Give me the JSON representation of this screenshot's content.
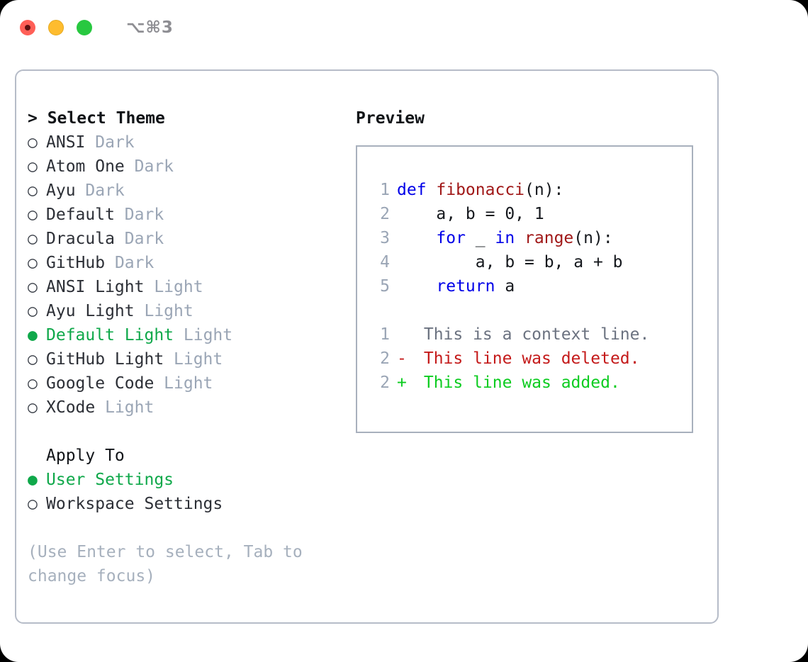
{
  "titlebar": {
    "shortcut": "⌥⌘3",
    "buttons": [
      {
        "name": "close",
        "color": "#ff5f57"
      },
      {
        "name": "minimize",
        "color": "#febc2e"
      },
      {
        "name": "maximize",
        "color": "#28c840"
      }
    ]
  },
  "theme_picker": {
    "header": "> Select Theme",
    "marker_selected": "●",
    "marker_unselected": "○",
    "items": [
      {
        "marker": "○",
        "name": "ANSI",
        "variant": "Dark",
        "selected": false
      },
      {
        "marker": "○",
        "name": "Atom One",
        "variant": "Dark",
        "selected": false
      },
      {
        "marker": "○",
        "name": "Ayu",
        "variant": "Dark",
        "selected": false
      },
      {
        "marker": "○",
        "name": "Default",
        "variant": "Dark",
        "selected": false
      },
      {
        "marker": "○",
        "name": "Dracula",
        "variant": "Dark",
        "selected": false
      },
      {
        "marker": "○",
        "name": "GitHub",
        "variant": "Dark",
        "selected": false
      },
      {
        "marker": "○",
        "name": "ANSI Light",
        "variant": "Light",
        "selected": false
      },
      {
        "marker": "○",
        "name": "Ayu Light",
        "variant": "Light",
        "selected": false
      },
      {
        "marker": "●",
        "name": "Default Light",
        "variant": "Light",
        "selected": true
      },
      {
        "marker": "○",
        "name": "GitHub Light",
        "variant": "Light",
        "selected": false
      },
      {
        "marker": "○",
        "name": "Google Code",
        "variant": "Light",
        "selected": false
      },
      {
        "marker": "○",
        "name": "XCode",
        "variant": "Light",
        "selected": false
      }
    ]
  },
  "apply_to": {
    "header": "Apply To",
    "items": [
      {
        "marker": "●",
        "label": "User Settings",
        "selected": true
      },
      {
        "marker": "○",
        "label": "Workspace Settings",
        "selected": false
      }
    ]
  },
  "hint": {
    "line1": "(Use Enter to select, Tab to",
    "line2": "change focus)"
  },
  "preview": {
    "label": "Preview",
    "code_lines": [
      {
        "num": "1",
        "tokens": [
          {
            "text": "def ",
            "kind": "kw"
          },
          {
            "text": "fibonacci",
            "kind": "fn"
          },
          {
            "text": "(n):",
            "kind": "plain"
          }
        ]
      },
      {
        "num": "2",
        "tokens": [
          {
            "text": "    a, b = 0, 1",
            "kind": "plain"
          }
        ]
      },
      {
        "num": "3",
        "tokens": [
          {
            "text": "    ",
            "kind": "plain"
          },
          {
            "text": "for",
            "kind": "kw"
          },
          {
            "text": " _ ",
            "kind": "plain"
          },
          {
            "text": "in ",
            "kind": "kw"
          },
          {
            "text": "range",
            "kind": "fn"
          },
          {
            "text": "(n):",
            "kind": "plain"
          }
        ]
      },
      {
        "num": "4",
        "tokens": [
          {
            "text": "        a, b = b, a + b",
            "kind": "plain"
          }
        ]
      },
      {
        "num": "5",
        "tokens": [
          {
            "text": "    ",
            "kind": "plain"
          },
          {
            "text": "return",
            "kind": "kw"
          },
          {
            "text": " a",
            "kind": "plain"
          }
        ]
      }
    ],
    "diff_lines": [
      {
        "num": "1",
        "mark": " ",
        "text": " This is a context line.",
        "kind": "ctx"
      },
      {
        "num": "2",
        "mark": "-",
        "text": " This line was deleted.",
        "kind": "del"
      },
      {
        "num": "2",
        "mark": "+",
        "text": " This line was added.",
        "kind": "add"
      }
    ]
  },
  "colors": {
    "selected_green": "#0fa84a",
    "muted_gray": "#9aa5b5",
    "keyword_blue": "#0000e8",
    "function_red": "#a01818",
    "diff_delete": "#c41a1a",
    "diff_add": "#0ccc20",
    "border": "#b6bcc8"
  }
}
